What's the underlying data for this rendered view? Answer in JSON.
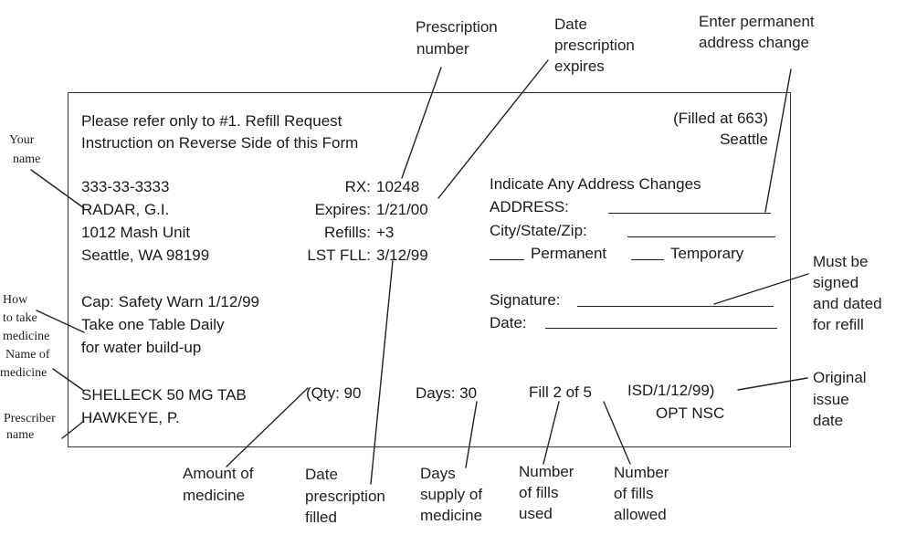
{
  "form": {
    "header_line1": "Please refer only to #1.  Refill Request",
    "header_line2": "Instruction on Reverse Side of this Form",
    "filled_at": "(Filled at 663)",
    "filled_city": "Seattle",
    "patient": {
      "ssn": "333-33-3333",
      "name": "RADAR, G.I.",
      "street": "1012 Mash Unit",
      "city_state_zip": "Seattle, WA  98199"
    },
    "rx": {
      "rx_label": "RX:",
      "rx_value": "10248",
      "expires_label": "Expires:",
      "expires_value": "1/21/00",
      "refills_label": "Refills:",
      "refills_value": "+3",
      "lst_fll_label": "LST FLL:",
      "lst_fll_value": "3/12/99"
    },
    "address_change": {
      "title": "Indicate Any Address Changes",
      "address_label": "ADDRESS:",
      "city_label": "City/State/Zip:",
      "permanent_label": "Permanent",
      "temporary_label": "Temporary"
    },
    "caution": {
      "cap": "Cap: Safety Warn 1/12/99",
      "instr1": "Take one Table Daily",
      "instr2": "for water build-up"
    },
    "signature_label": "Signature:",
    "date_label": "Date:",
    "medicine": "SHELLECK 50 MG TAB",
    "prescriber": "HAWKEYE, P.",
    "qty": "(Qty: 90",
    "days": "Days: 30",
    "fill": "Fill 2 of 5",
    "isd": "ISD/1/12/99)",
    "opt": "OPT NSC"
  },
  "annotations": {
    "your_name": [
      "Your",
      "name"
    ],
    "how_to_take": [
      "How",
      "to take",
      "medicine"
    ],
    "name_of_medicine": [
      "Name of",
      "medicine"
    ],
    "prescriber_name": [
      "Prescriber",
      "name"
    ],
    "prescription_number": [
      "Prescription",
      "number"
    ],
    "date_expires": [
      "Date",
      "prescription",
      "expires"
    ],
    "permanent_address": [
      "Enter permanent",
      "address change"
    ],
    "must_be_signed": [
      "Must be",
      "signed",
      "and dated",
      "for refill"
    ],
    "original_issue": [
      "Original",
      "issue",
      "date"
    ],
    "amount_of_medicine": [
      "Amount of",
      "medicine"
    ],
    "date_filled": [
      "Date",
      "prescription",
      "filled"
    ],
    "days_supply": [
      "Days",
      "supply of",
      "medicine"
    ],
    "fills_used": [
      "Number",
      "of fills",
      "used"
    ],
    "fills_allowed": [
      "Number",
      "of fills",
      "allowed"
    ]
  }
}
